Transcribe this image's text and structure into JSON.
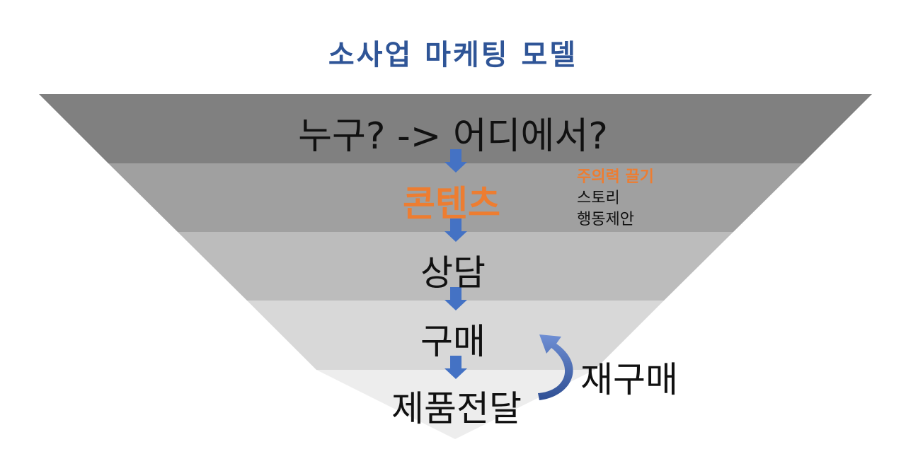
{
  "title": "소사업 마케팅 모델",
  "levels": [
    {
      "label": "누구? -> 어디에서?",
      "fill": "#808080"
    },
    {
      "label": "콘텐츠",
      "fill": "#a0a0a0"
    },
    {
      "label": "상담",
      "fill": "#bcbcbc"
    },
    {
      "label": "구매",
      "fill": "#d8d8d8"
    },
    {
      "label": "제품전달",
      "fill": "#ededed"
    }
  ],
  "content_notes": [
    "주의력 끌기",
    "스토리",
    "행동제안"
  ],
  "repurchase_label": "재구매",
  "colors": {
    "title": "#2f5597",
    "accent": "#ed7d31",
    "arrow": "#4472c4"
  },
  "icons": [
    "down-arrow-icon",
    "curved-arrow-icon"
  ]
}
